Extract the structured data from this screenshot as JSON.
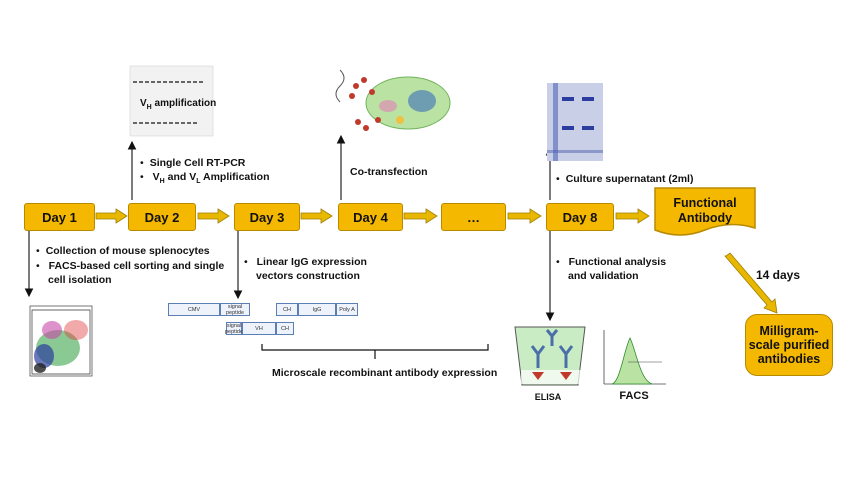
{
  "timeline": {
    "day1": "Day 1",
    "day2": "Day 2",
    "day3": "Day 3",
    "day4": "Day 4",
    "ellipsis": "…",
    "day8": "Day 8",
    "functional_line1": "Functional",
    "functional_line2": "Antibody",
    "duration": "14 days",
    "final_line1": "Milligram-",
    "final_line2": "scale purified",
    "final_line3": "antibodies"
  },
  "gel": {
    "caption_prefix": "V",
    "caption_sub": "H",
    "caption_rest": " amplification"
  },
  "notes": {
    "rtpcr": "Single Cell RT-PCR",
    "amp_v1": "V",
    "amp_h": "H",
    "amp_and": " and V",
    "amp_l": "L",
    "amp_rest": " Amplification",
    "cotransfection": "Co-transfection",
    "culture": "Culture supernatant (2ml)",
    "splenocytes": "Collection of mouse splenocytes",
    "facs_sort_1": "FACS-based cell sorting and single",
    "facs_sort_2": "cell isolation",
    "linear_1": "Linear IgG expression",
    "linear_2": "vectors construction",
    "functional_1": "Functional analysis",
    "functional_2": "and validation",
    "microscale": "Microscale recombinant antibody expression"
  },
  "vectors": {
    "row1": [
      "CMV",
      "signal peptide",
      "CH",
      "IgG",
      "Poly A"
    ],
    "row2": [
      "signal peptide",
      "VH",
      "CH"
    ]
  },
  "assays": {
    "elisa": "ELISA",
    "facs": "FACS"
  },
  "colors": {
    "box": "#f5b800",
    "arrow": "#d4a400",
    "cell": "#b9e2a3",
    "gel": "#3a4fb0"
  }
}
